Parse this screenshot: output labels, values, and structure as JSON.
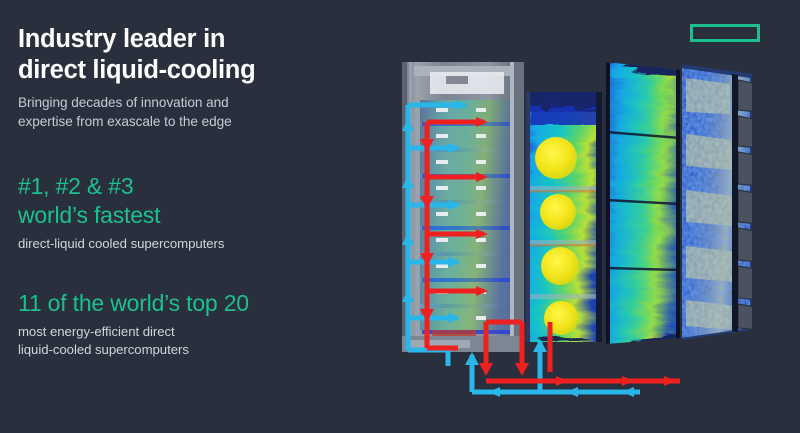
{
  "slide": {
    "background_color": "#2a2f3d",
    "accent_color": "#1cc08f",
    "headline_color": "#ffffff",
    "body_color": "#c6cbd4",
    "hot_pipe_color": "#ee2020",
    "cold_pipe_color": "#29b6e8"
  },
  "headline": "Industry leader in\ndirect liquid-cooling",
  "subhead": "Bringing decades of innovation and\nexpertise from exascale to the edge",
  "stats": [
    {
      "headline": "#1, #2 & #3\nworld’s fastest",
      "sub": "direct-liquid cooled supercomputers"
    },
    {
      "headline": "11 of the world’s top 20",
      "sub": "most energy-efficient direct\nliquid-cooled supercomputers"
    }
  ],
  "logo": {
    "name": "hpe-logo",
    "shape": "rectangle-outline",
    "color": "#1cc08f"
  },
  "graphic": {
    "name": "data-center-cfd-illustration",
    "description": "CFD thermal simulation of direct liquid-cooled server racks with hot and cold water loop piping",
    "racks": [
      {
        "name": "server-rack-front",
        "type": "rack-with-blades"
      },
      {
        "name": "cdu-rack-fans",
        "type": "cfd-panel-with-fans",
        "fan_count": 4
      },
      {
        "name": "cfd-rack-streamlines",
        "type": "cfd-panel-streamlines"
      },
      {
        "name": "cfd-rack-speckle",
        "type": "cfd-panel-speckle"
      }
    ],
    "flow_legend": [
      {
        "label": "hot-return",
        "color": "#ee2020"
      },
      {
        "label": "cold-supply",
        "color": "#29b6e8"
      }
    ]
  }
}
